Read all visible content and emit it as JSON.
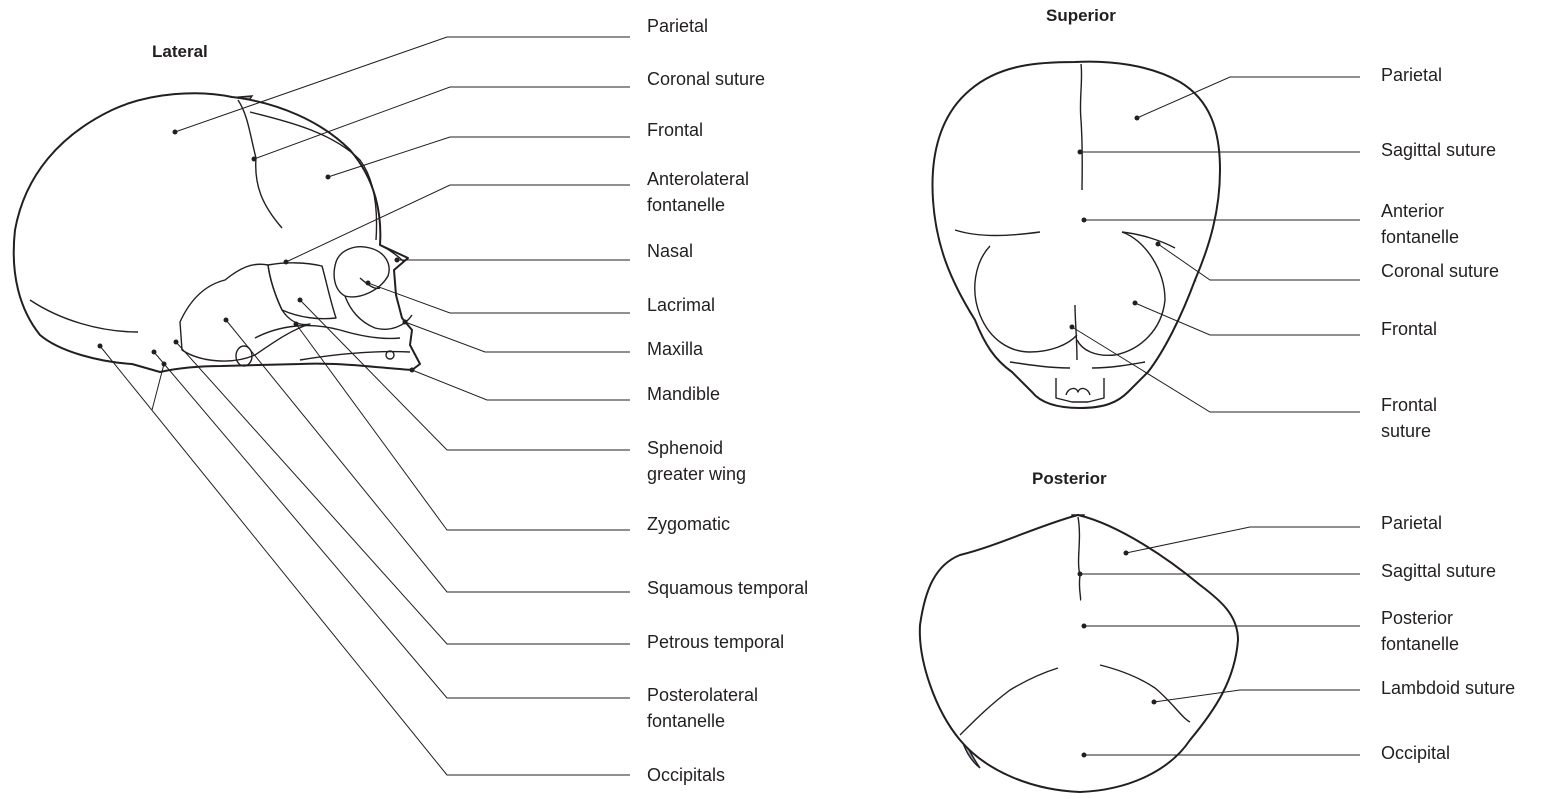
{
  "views": {
    "lateral": {
      "title": "Lateral",
      "labels": [
        "Parietal",
        "Coronal suture",
        "Frontal",
        "Anterolateral\nfontanelle",
        "Nasal",
        "Lacrimal",
        "Maxilla",
        "Mandible",
        "Sphenoid\ngreater wing",
        "Zygomatic",
        "Squamous temporal",
        "Petrous temporal",
        "Posterolateral\nfontanelle",
        "Occipitals"
      ]
    },
    "superior": {
      "title": "Superior",
      "labels": [
        "Parietal",
        "Sagittal suture",
        "Anterior\nfontanelle",
        "Coronal suture",
        "Frontal",
        "Frontal\nsuture"
      ]
    },
    "posterior": {
      "title": "Posterior",
      "labels": [
        "Parietal",
        "Sagittal suture",
        "Posterior\nfontanelle",
        "Lambdoid suture",
        "Occipital"
      ]
    }
  },
  "colors": {
    "fontanelle_fill": "#9aa7c8",
    "line": "#231f20"
  }
}
